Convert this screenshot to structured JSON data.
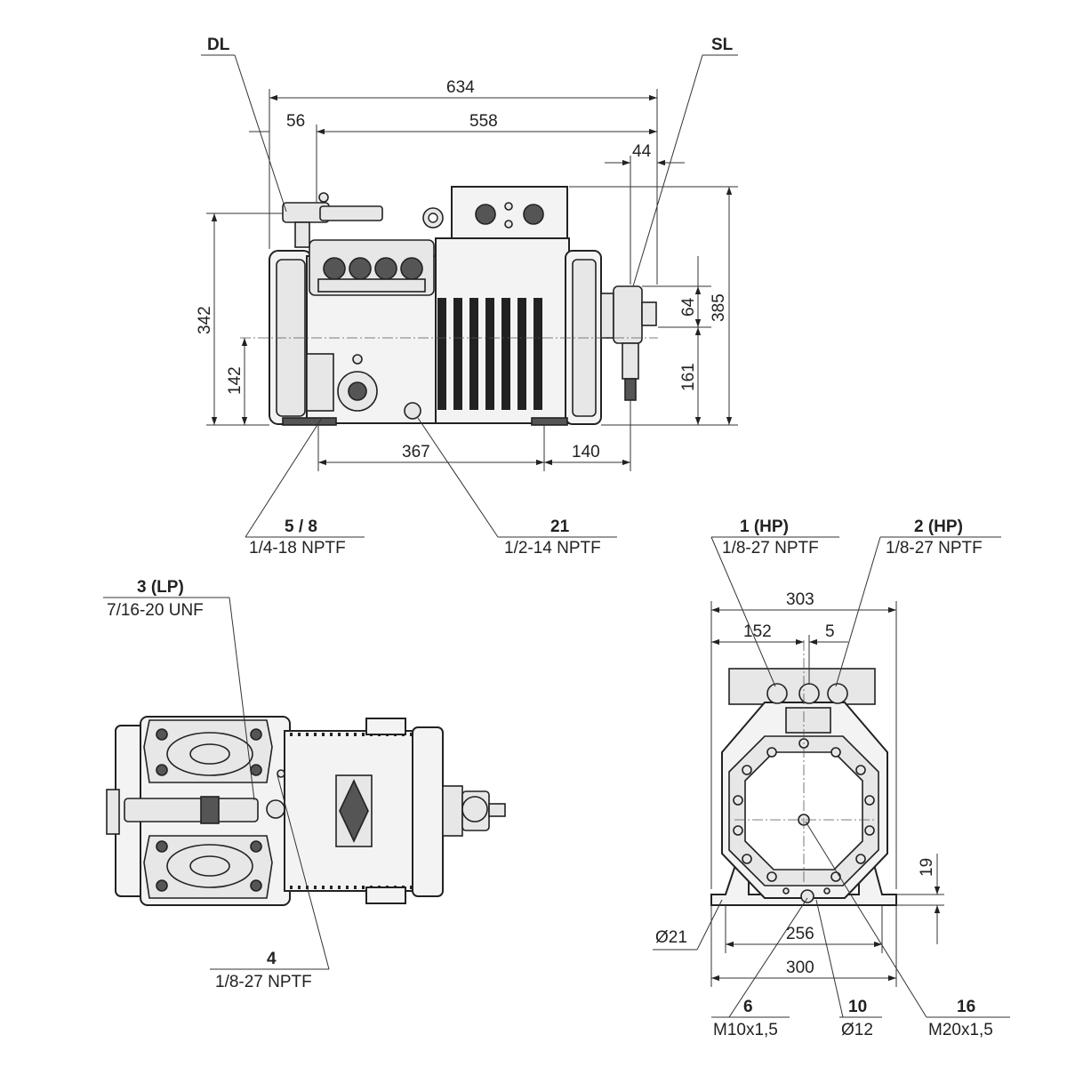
{
  "front_view": {
    "label_dl": "DL",
    "label_sl": "SL",
    "dim_634": "634",
    "dim_56": "56",
    "dim_558": "558",
    "dim_44": "44",
    "dim_342": "342",
    "dim_142": "142",
    "dim_385": "385",
    "dim_64": "64",
    "dim_161": "161",
    "dim_367": "367",
    "dim_140": "140",
    "callout_5_8": {
      "id": "5 / 8",
      "spec": "1/4-18 NPTF"
    },
    "callout_21": {
      "id": "21",
      "spec": "1/2-14 NPTF"
    }
  },
  "top_view": {
    "callout_3": {
      "id": "3 (LP)",
      "spec": "7/16-20 UNF"
    },
    "callout_4": {
      "id": "4",
      "spec": "1/8-27 NPTF"
    }
  },
  "end_view": {
    "callout_1": {
      "id": "1 (HP)",
      "spec": "1/8-27 NPTF"
    },
    "callout_2": {
      "id": "2 (HP)",
      "spec": "1/8-27 NPTF"
    },
    "dim_303": "303",
    "dim_152": "152",
    "dim_5": "5",
    "dim_19": "19",
    "dim_d21": "Ø21",
    "dim_256": "256",
    "dim_300": "300",
    "callout_6": {
      "id": "6",
      "spec": "M10x1,5"
    },
    "callout_10": {
      "id": "10",
      "spec": "Ø12"
    },
    "callout_16": {
      "id": "16",
      "spec": "M20x1,5"
    }
  }
}
